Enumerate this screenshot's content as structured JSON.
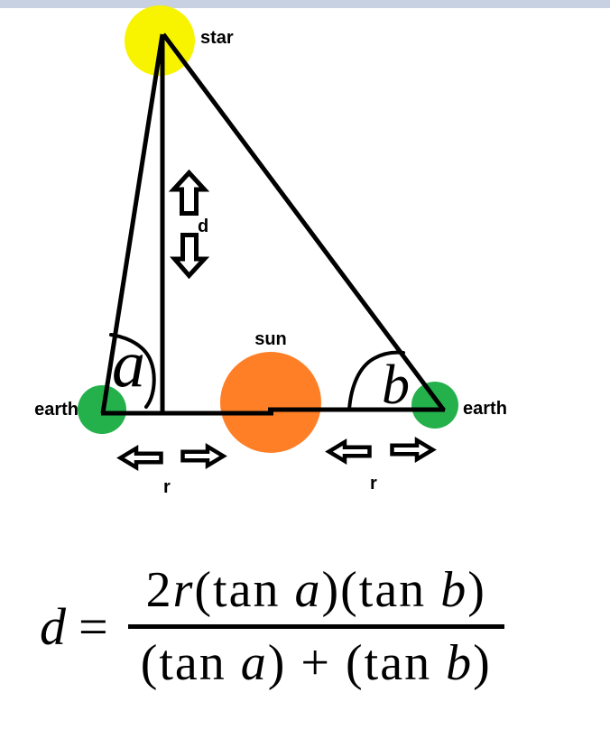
{
  "window": {
    "titlebar_color": "#c8d1e2"
  },
  "colors": {
    "titlebar": "#c8d1e2",
    "star": "#f8f400",
    "sun": "#ff7f27",
    "earth": "#24b14c",
    "ink": "#000000",
    "arrow_fill": "#ffffff"
  },
  "diagram": {
    "star_label": "star",
    "sun_label": "sun",
    "earth_left_label": "earth",
    "earth_right_label": "earth",
    "distance_label": "d",
    "radius_left_label": "r",
    "radius_right_label": "r",
    "angle_a_label": "a",
    "angle_b_label": "b"
  },
  "formula": {
    "lhs": "d",
    "equals": "=",
    "numerator": {
      "coefficient": "2",
      "r": "r",
      "open": "(tan ",
      "a": "a",
      "middle": ")(tan ",
      "b": "b",
      "close": ")"
    },
    "denominator": {
      "open": "(tan ",
      "a": "a",
      "middle": ") + (tan ",
      "b": "b",
      "close": ")"
    }
  }
}
